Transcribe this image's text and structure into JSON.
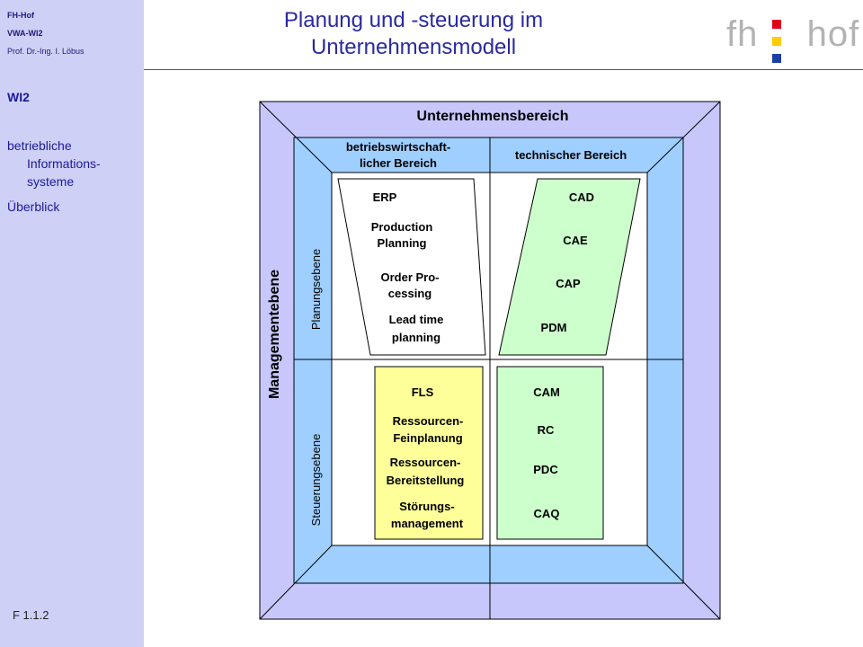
{
  "sidebar": {
    "org": "FH-Hof",
    "course": "VWA-WI2",
    "professor": "Prof. Dr.-Ing. I. Löbus",
    "section": "WI2",
    "topic_line1": "betriebliche",
    "topic_line2": "Informations-",
    "topic_line3": "systeme",
    "overview": "Überblick",
    "slide_number": "F 1.1.2"
  },
  "header": {
    "title_line1": "Planung und -steuerung im",
    "title_line2": "Unternehmensmodell",
    "logo_left": "fh",
    "logo_right": "hof"
  },
  "colors": {
    "sidebar_bg": "#cfd0f6",
    "outer_frame": "#c7c7fb",
    "middle_frame": "#9fcfff",
    "erp_box": "#ffffff",
    "cad_box": "#ccffcc",
    "fls_box": "#ffff99",
    "cam_box": "#ccffcc",
    "title_color": "#2a2aa0",
    "logo_red": "#e3001b",
    "logo_yellow": "#ffcc00",
    "logo_blue": "#1b3fa6"
  },
  "diagram": {
    "unternehmensbereich": "Unternehmensbereich",
    "management": "Managementebene",
    "bwl_line1": "betriebswirtschaft-",
    "bwl_line2": "licher Bereich",
    "technisch": "technischer Bereich",
    "planung": "Planungsebene",
    "steuerung": "Steuerungsebene",
    "erp": {
      "erp": "ERP",
      "pp1": "Production",
      "pp2": "Planning",
      "op1": "Order Pro-",
      "op2": "cessing",
      "lt1": "Lead time",
      "lt2": "planning"
    },
    "cad": {
      "cad": "CAD",
      "cae": "CAE",
      "cap": "CAP",
      "pdm": "PDM"
    },
    "fls": {
      "fls": "FLS",
      "rf1": "Ressourcen-",
      "rf2": "Feinplanung",
      "rb1": "Ressourcen-",
      "rb2": "Bereitstellung",
      "sm1": "Störungs-",
      "sm2": "management"
    },
    "cam": {
      "cam": "CAM",
      "rc": "RC",
      "pdc": "PDC",
      "caq": "CAQ"
    }
  }
}
